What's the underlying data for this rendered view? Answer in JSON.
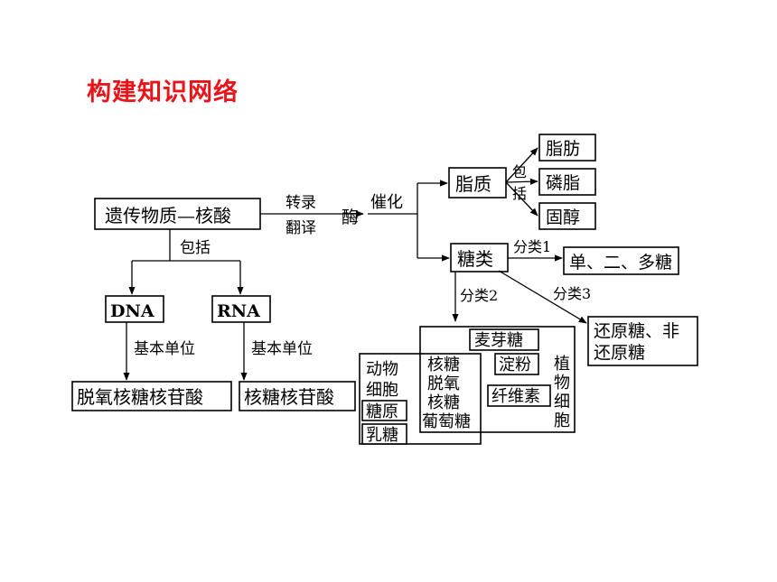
{
  "title": "构建知识网络",
  "nodes": {
    "genetic_material": "遗传物质—核酸",
    "transcribe": "转录",
    "translate": "翻译",
    "enzyme": "酶",
    "catalyze": "催化",
    "lipid": "脂质",
    "include_v1": "包",
    "include_v2": "括",
    "fat": "脂肪",
    "phospholipid": "磷脂",
    "sterol": "固醇",
    "sugar": "糖类",
    "classify1": "分类1",
    "classify2": "分类2",
    "classify3": "分类3",
    "mono_di_poly": "单、二、多糖",
    "reducing_1": "还原糖、非",
    "reducing_2": "还原糖",
    "include": "包括",
    "dna": "DNA",
    "rna": "RNA",
    "basic_unit_1": "基本单位",
    "basic_unit_2": "基本单位",
    "deoxy_nucleotide": "脱氧核糖核苷酸",
    "ribo_nucleotide": "核糖核苷酸"
  },
  "venn": {
    "animal_cell_1": "动物",
    "animal_cell_2": "细胞",
    "glycogen": "糖原",
    "lactose": "乳糖",
    "shared_1": "核糖",
    "shared_2": "脱氧",
    "shared_3": "核糖",
    "shared_4": "葡萄糖",
    "maltose": "麦芽糖",
    "starch": "淀粉",
    "cellulose": "纤维素",
    "plant_cell_1": "植",
    "plant_cell_2": "物",
    "plant_cell_3": "细",
    "plant_cell_4": "胞"
  }
}
